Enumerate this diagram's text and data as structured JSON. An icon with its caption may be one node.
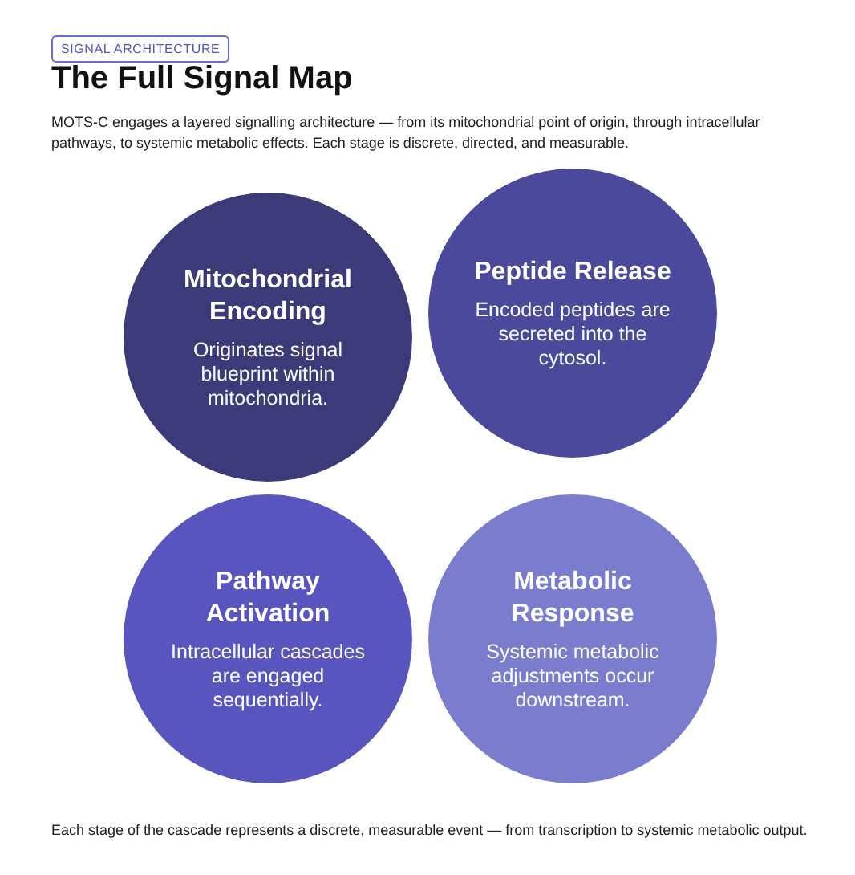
{
  "diagram": {
    "title": "The Full Signal Map",
    "caption": "Each stage of the cascade represents a discrete, measurable event — from transcription to systemic metabolic output.",
    "nodes": [
      {
        "text": [
          "SIGNAL ARCHITECTURE"
        ]
      },
      {
        "text": [
          "Mitochondrial Encoding",
          "Originates signal blueprint within mitochondria."
        ]
      },
      {
        "text": [
          "Peptide Release",
          "Encoded peptides are secreted into the cytosol."
        ]
      },
      {
        "text": [
          "Pathway Activation",
          "Intracellular cascades are engaged sequentially."
        ]
      },
      {
        "text": [
          "Metabolic Response",
          "Systemic metabolic adjustments occur downstream."
        ]
      }
    ],
    "labels": [
      "MOTS-C engages a layered signalling architecture — from its mitochondrial point of origin, through intracellular pathways, to systemic metabolic effects. Each stage is discrete, directed, and measurable."
    ]
  }
}
